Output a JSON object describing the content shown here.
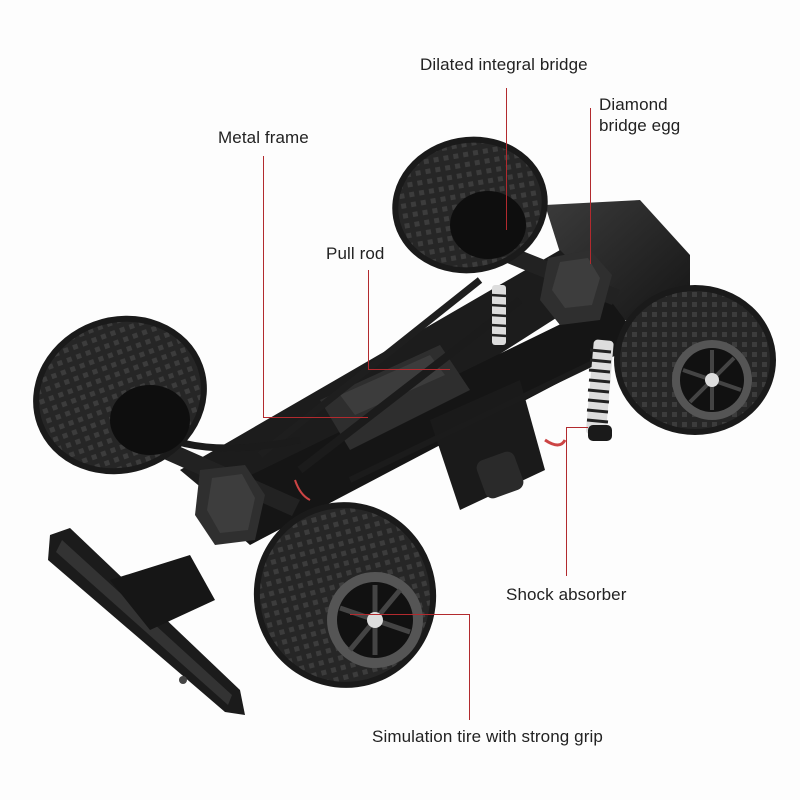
{
  "image": {
    "subject": "RC crawler car chassis (underside view)",
    "background": "#ffffff",
    "callout_color": "#b22a2e",
    "text_color": "#222222"
  },
  "callouts": [
    {
      "id": "dilated-integral-bridge",
      "label": "Dilated integral bridge"
    },
    {
      "id": "diamond-bridge-egg",
      "label_line1": "Diamond",
      "label_line2": "bridge egg"
    },
    {
      "id": "metal-frame",
      "label": "Metal frame"
    },
    {
      "id": "pull-rod",
      "label": "Pull rod"
    },
    {
      "id": "shock-absorber",
      "label": "Shock absorber"
    },
    {
      "id": "simulation-tire",
      "label": "Simulation tire with strong grip"
    }
  ]
}
